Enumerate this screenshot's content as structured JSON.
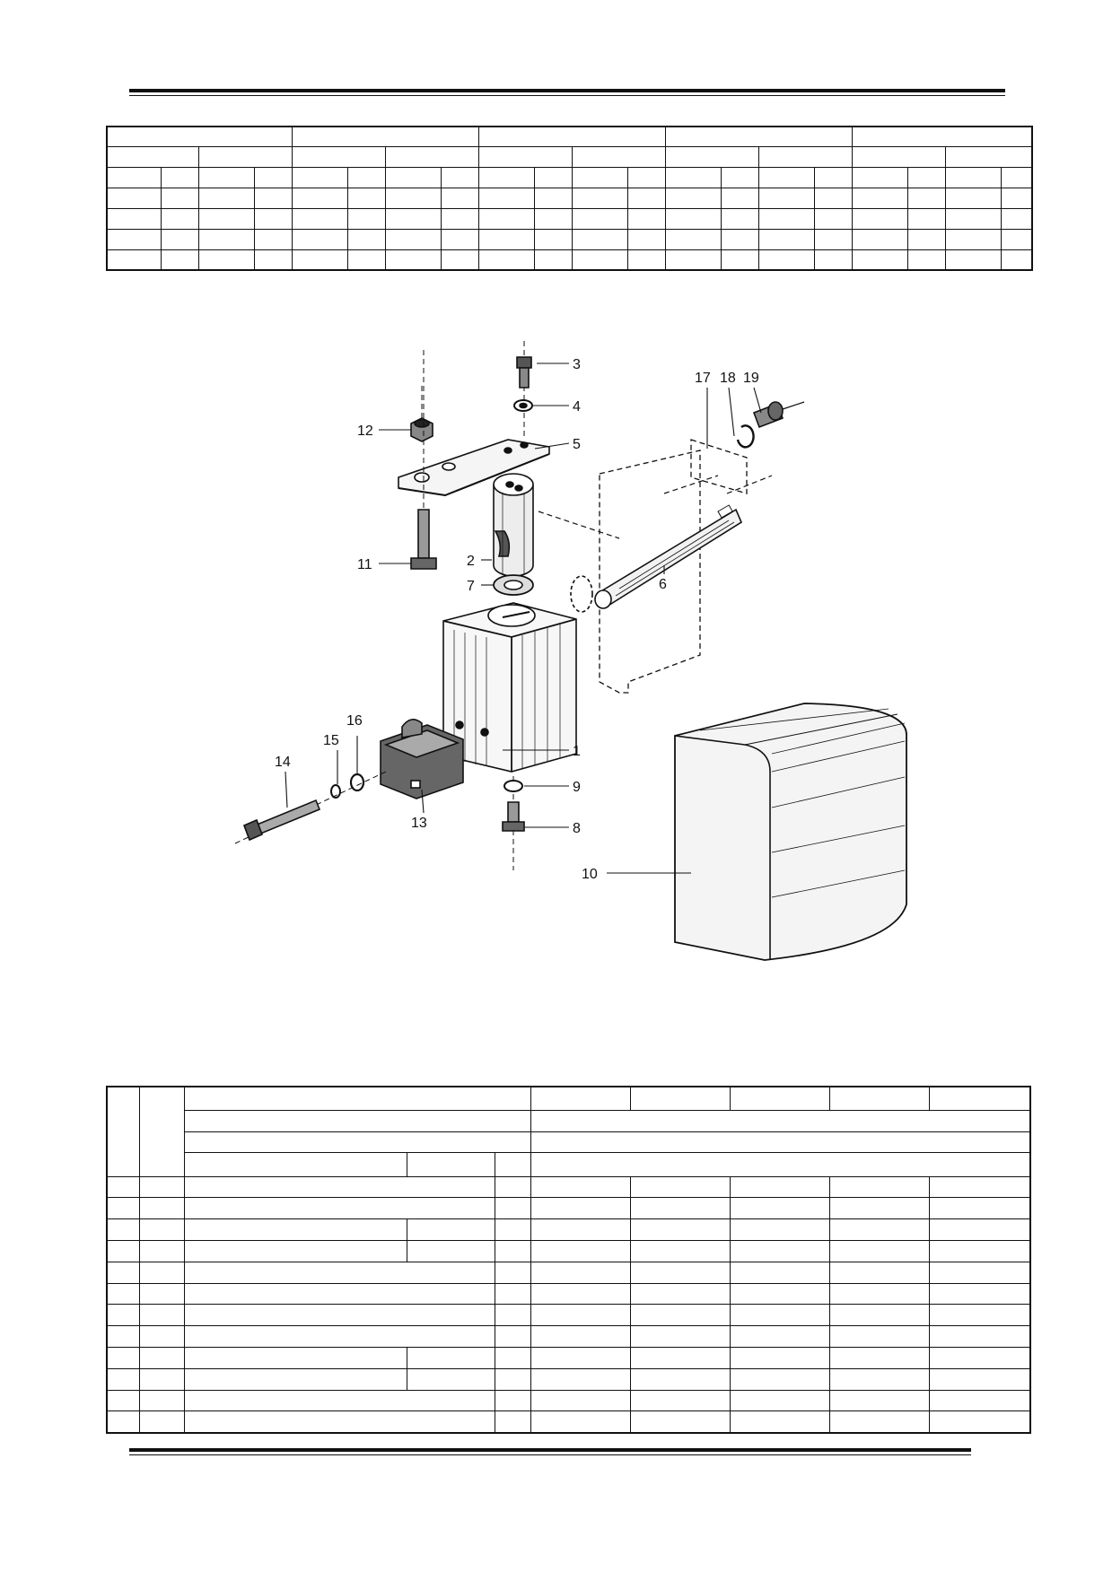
{
  "document": {
    "type": "exploded parts diagram",
    "callouts": [
      {
        "id": 1,
        "label": "1"
      },
      {
        "id": 2,
        "label": "2"
      },
      {
        "id": 3,
        "label": "3"
      },
      {
        "id": 4,
        "label": "4"
      },
      {
        "id": 5,
        "label": "5"
      },
      {
        "id": 6,
        "label": "6"
      },
      {
        "id": 7,
        "label": "7"
      },
      {
        "id": 8,
        "label": "8"
      },
      {
        "id": 9,
        "label": "9"
      },
      {
        "id": 10,
        "label": "10"
      },
      {
        "id": 11,
        "label": "11"
      },
      {
        "id": 12,
        "label": "12"
      },
      {
        "id": 13,
        "label": "13"
      },
      {
        "id": 14,
        "label": "14"
      },
      {
        "id": 15,
        "label": "15"
      },
      {
        "id": 16,
        "label": "16"
      },
      {
        "id": 17,
        "label": "17"
      },
      {
        "id": 18,
        "label": "18"
      },
      {
        "id": 19,
        "label": "19"
      }
    ]
  }
}
